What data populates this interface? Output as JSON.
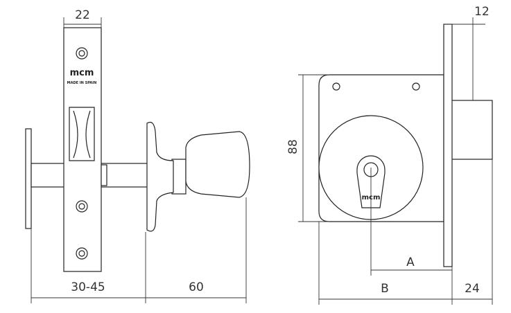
{
  "left_view": {
    "brand": "mcm",
    "made_in": "MADE IN SPAIN",
    "dim_width": "22",
    "dim_door_thickness": "30-45",
    "dim_knob": "60"
  },
  "right_view": {
    "cylinder_brand": "mcm",
    "dim_height": "88",
    "dim_bolt_throw": "12",
    "dim_a": "A",
    "dim_b": "B",
    "dim_faceplate": "24"
  }
}
